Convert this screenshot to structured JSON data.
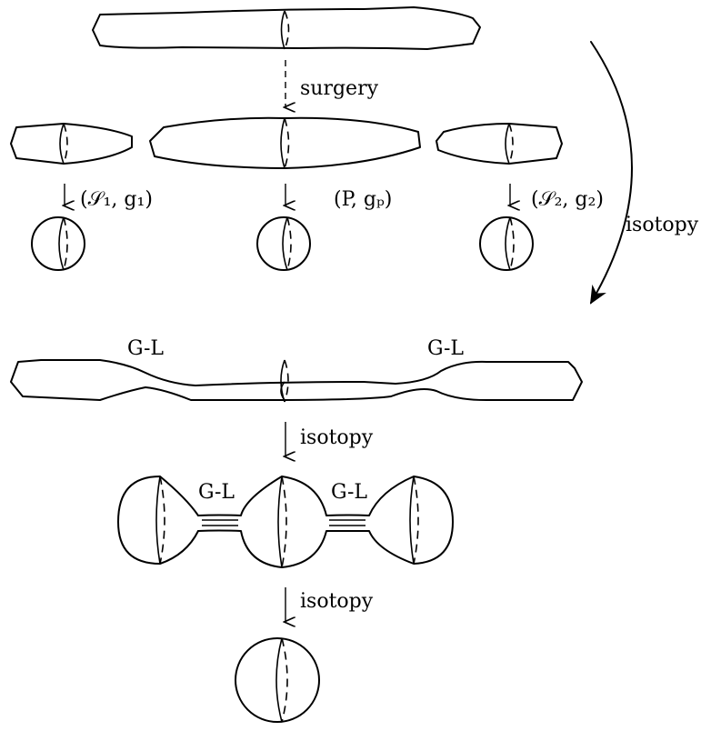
{
  "labels": {
    "surgery": "surgery",
    "isotopy_right": "isotopy",
    "isotopy_mid": "isotopy",
    "isotopy_bottom": "isotopy",
    "gl_top_left": "G-L",
    "gl_top_right": "G-L",
    "gl_mid_left": "G-L",
    "gl_mid_right": "G-L"
  },
  "map_labels": {
    "s1": "(𝒮₁, g₁)",
    "p": "(P, gₚ)",
    "s2": "(𝒮₂, g₂)"
  }
}
